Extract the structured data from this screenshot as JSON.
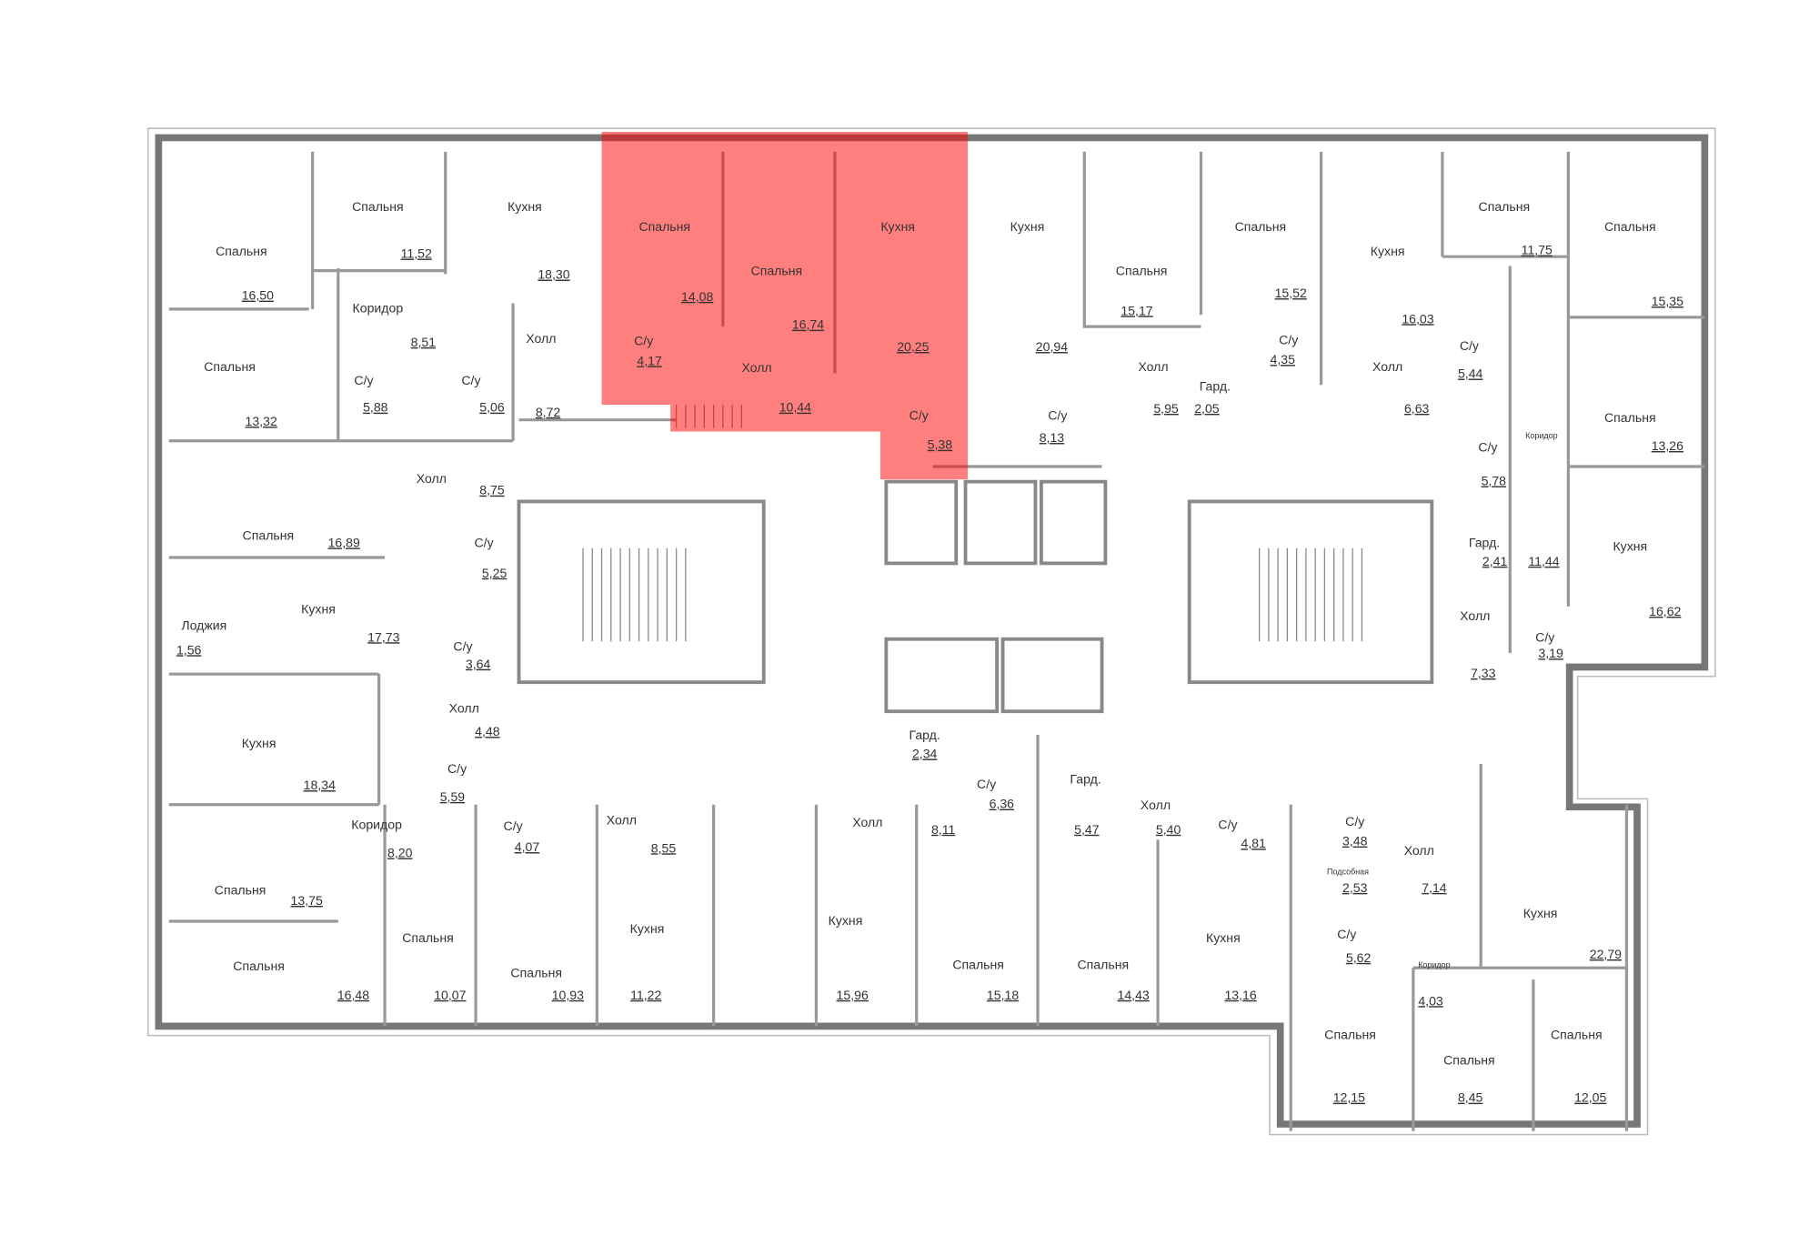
{
  "plan": {
    "highlight_color": "#ff0000",
    "highlight_opacity": 0.5,
    "rooms": [
      {
        "label": "Спальня",
        "area": "16,50"
      },
      {
        "label": "Спальня",
        "area": "11,52"
      },
      {
        "label": "Кухня",
        "area": "18,30"
      },
      {
        "label": "Коридор",
        "area": "8,51"
      },
      {
        "label": "Спальня",
        "area": "13,32"
      },
      {
        "label": "С/у",
        "area": "5,88"
      },
      {
        "label": "С/у",
        "area": "5,06"
      },
      {
        "label": "Холл",
        "area": "8,72"
      },
      {
        "label": "Спальня",
        "area": "14,08"
      },
      {
        "label": "Спальня",
        "area": "16,74"
      },
      {
        "label": "Кухня",
        "area": "20,25"
      },
      {
        "label": "С/у",
        "area": "4,17"
      },
      {
        "label": "Холл",
        "area": "10,44"
      },
      {
        "label": "С/у",
        "area": "5,38"
      },
      {
        "label": "Кухня",
        "area": "20,94"
      },
      {
        "label": "Спальня",
        "area": "15,17"
      },
      {
        "label": "Спальня",
        "area": "15,52"
      },
      {
        "label": "Кухня",
        "area": "16,03"
      },
      {
        "label": "Спальня",
        "area": "11,75"
      },
      {
        "label": "Спальня",
        "area": "15,35"
      },
      {
        "label": "С/у",
        "area": "8,13"
      },
      {
        "label": "Холл",
        "area": "5,95"
      },
      {
        "label": "Гард.",
        "area": "2,05"
      },
      {
        "label": "С/у",
        "area": "4,35"
      },
      {
        "label": "Холл",
        "area": "6,63"
      },
      {
        "label": "С/у",
        "area": "5,44"
      },
      {
        "label": "Коридор",
        "area": "11,44"
      },
      {
        "label": "Спальня",
        "area": "13,26"
      },
      {
        "label": "С/у",
        "area": "5,78"
      },
      {
        "label": "Гард.",
        "area": "2,41"
      },
      {
        "label": "Кухня",
        "area": "16,62"
      },
      {
        "label": "Холл",
        "area": "7,33"
      },
      {
        "label": "С/у",
        "area": "3,19"
      },
      {
        "label": "Холл",
        "area": "8,75"
      },
      {
        "label": "Спальня",
        "area": "16,89"
      },
      {
        "label": "С/у",
        "area": "5,25"
      },
      {
        "label": "Лоджия",
        "area": "1,56"
      },
      {
        "label": "Кухня",
        "area": "17,73"
      },
      {
        "label": "С/у",
        "area": "3,64"
      },
      {
        "label": "Холл",
        "area": "4,48"
      },
      {
        "label": "Кухня",
        "area": "18,34"
      },
      {
        "label": "С/у",
        "area": "5,59"
      },
      {
        "label": "Коридор",
        "area": "8,20"
      },
      {
        "label": "С/у",
        "area": "4,07"
      },
      {
        "label": "Холл",
        "area": "8,55"
      },
      {
        "label": "Спальня",
        "area": "13,75"
      },
      {
        "label": "Спальня",
        "area": "10,07"
      },
      {
        "label": "Спальня",
        "area": "16,48"
      },
      {
        "label": "Спальня",
        "area": "10,93"
      },
      {
        "label": "Кухня",
        "area": "11,22"
      },
      {
        "label": "Холл",
        "area": "8,11"
      },
      {
        "label": "Кухня",
        "area": "15,96"
      },
      {
        "label": "Гард.",
        "area": "2,34"
      },
      {
        "label": "С/у",
        "area": "6,36"
      },
      {
        "label": "Гард.",
        "area": "5,47"
      },
      {
        "label": "Холл",
        "area": "5,40"
      },
      {
        "label": "Спальня",
        "area": "15,18"
      },
      {
        "label": "Спальня",
        "area": "14,43"
      },
      {
        "label": "Кухня",
        "area": "13,16"
      },
      {
        "label": "С/у",
        "area": "4,81"
      },
      {
        "label": "С/у",
        "area": "3,48"
      },
      {
        "label": "Холл",
        "area": "7,14"
      },
      {
        "label": "Подсобная",
        "area": "2,53"
      },
      {
        "label": "С/у",
        "area": "5,62"
      },
      {
        "label": "Коридор",
        "area": "4,03"
      },
      {
        "label": "Кухня",
        "area": "22,79"
      },
      {
        "label": "Спальня",
        "area": "12,15"
      },
      {
        "label": "Спальня",
        "area": "8,45"
      },
      {
        "label": "Спальня",
        "area": "12,05"
      }
    ]
  }
}
